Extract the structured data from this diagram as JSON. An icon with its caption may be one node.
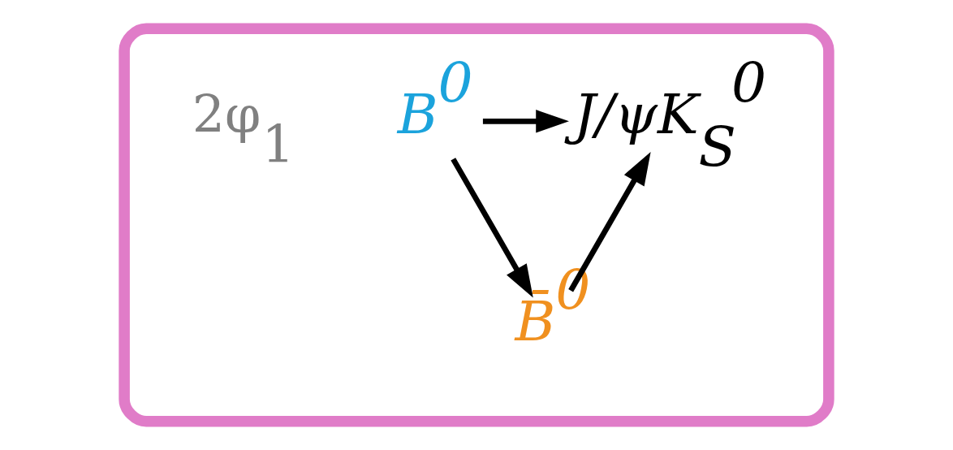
{
  "diagram": {
    "nodes": [
      {
        "text": [],
        "shape": "box"
      },
      {
        "text": [
          "B$^{0}$"
        ],
        "in": 0
      },
      {
        "text": [
          "J/ψK$_{S}$$^{0}$"
        ],
        "in": 0
      },
      {
        "text": [
          "B̄$^{0}$"
        ],
        "in": 0
      }
    ],
    "edges": [
      {
        "from": 1,
        "to": 2,
        "arrow": "to"
      },
      {
        "from": 1,
        "to": 3,
        "arrow": "to"
      },
      {
        "from": 3,
        "to": 2,
        "arrow": "to"
      }
    ],
    "labels": [
      "2φ$_{1}$"
    ]
  }
}
